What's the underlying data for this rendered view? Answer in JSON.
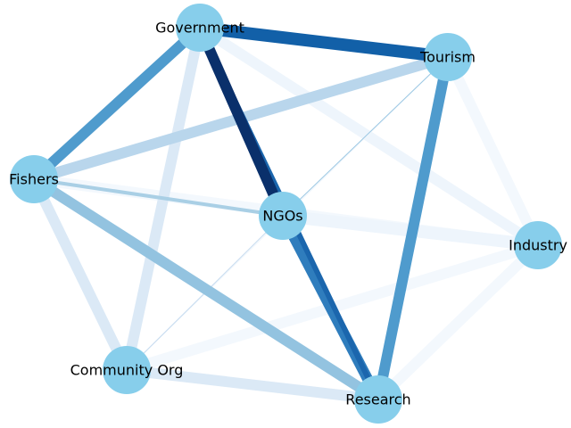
{
  "diagram": {
    "type": "network",
    "node_color": "#87ceeb",
    "nodes": [
      {
        "id": "government",
        "label": "Government"
      },
      {
        "id": "tourism",
        "label": "Tourism"
      },
      {
        "id": "fishers",
        "label": "Fishers"
      },
      {
        "id": "ngos",
        "label": "NGOs"
      },
      {
        "id": "industry",
        "label": "Industry"
      },
      {
        "id": "community_org",
        "label": "Community Org"
      },
      {
        "id": "research",
        "label": "Research"
      }
    ],
    "edges": [
      {
        "source": "government",
        "target": "tourism",
        "color": "#1260a8"
      },
      {
        "source": "government",
        "target": "fishers",
        "color": "#4f9bcd"
      },
      {
        "source": "government",
        "target": "ngos",
        "color": "#0a306b"
      },
      {
        "source": "government",
        "target": "community_org",
        "color": "#dbe9f6"
      },
      {
        "source": "government",
        "target": "industry",
        "color": "#eef5fc"
      },
      {
        "source": "government",
        "target": "research",
        "color": "#1b66ad"
      },
      {
        "source": "tourism",
        "target": "fishers",
        "color": "#b9d6ec"
      },
      {
        "source": "tourism",
        "target": "research",
        "color": "#4f9bcd"
      },
      {
        "source": "tourism",
        "target": "industry",
        "color": "#f3f8fd"
      },
      {
        "source": "tourism",
        "target": "ngos",
        "color": "#9cc8e3"
      },
      {
        "source": "tourism",
        "target": "community_org",
        "color": "#eef5fc"
      },
      {
        "source": "fishers",
        "target": "ngos",
        "color": "#a9cfe5"
      },
      {
        "source": "fishers",
        "target": "community_org",
        "color": "#dbe9f6"
      },
      {
        "source": "fishers",
        "target": "research",
        "color": "#93c3e0"
      },
      {
        "source": "fishers",
        "target": "industry",
        "color": "#f3f8fd"
      },
      {
        "source": "ngos",
        "target": "research",
        "color": "#2f7dbd"
      },
      {
        "source": "ngos",
        "target": "industry",
        "color": "#eef5fc"
      },
      {
        "source": "ngos",
        "target": "community_org",
        "color": "#c6dbef"
      },
      {
        "source": "community_org",
        "target": "research",
        "color": "#dbe9f6"
      },
      {
        "source": "community_org",
        "target": "industry",
        "color": "#f3f8fd"
      },
      {
        "source": "research",
        "target": "industry",
        "color": "#f3f8fd"
      }
    ]
  }
}
